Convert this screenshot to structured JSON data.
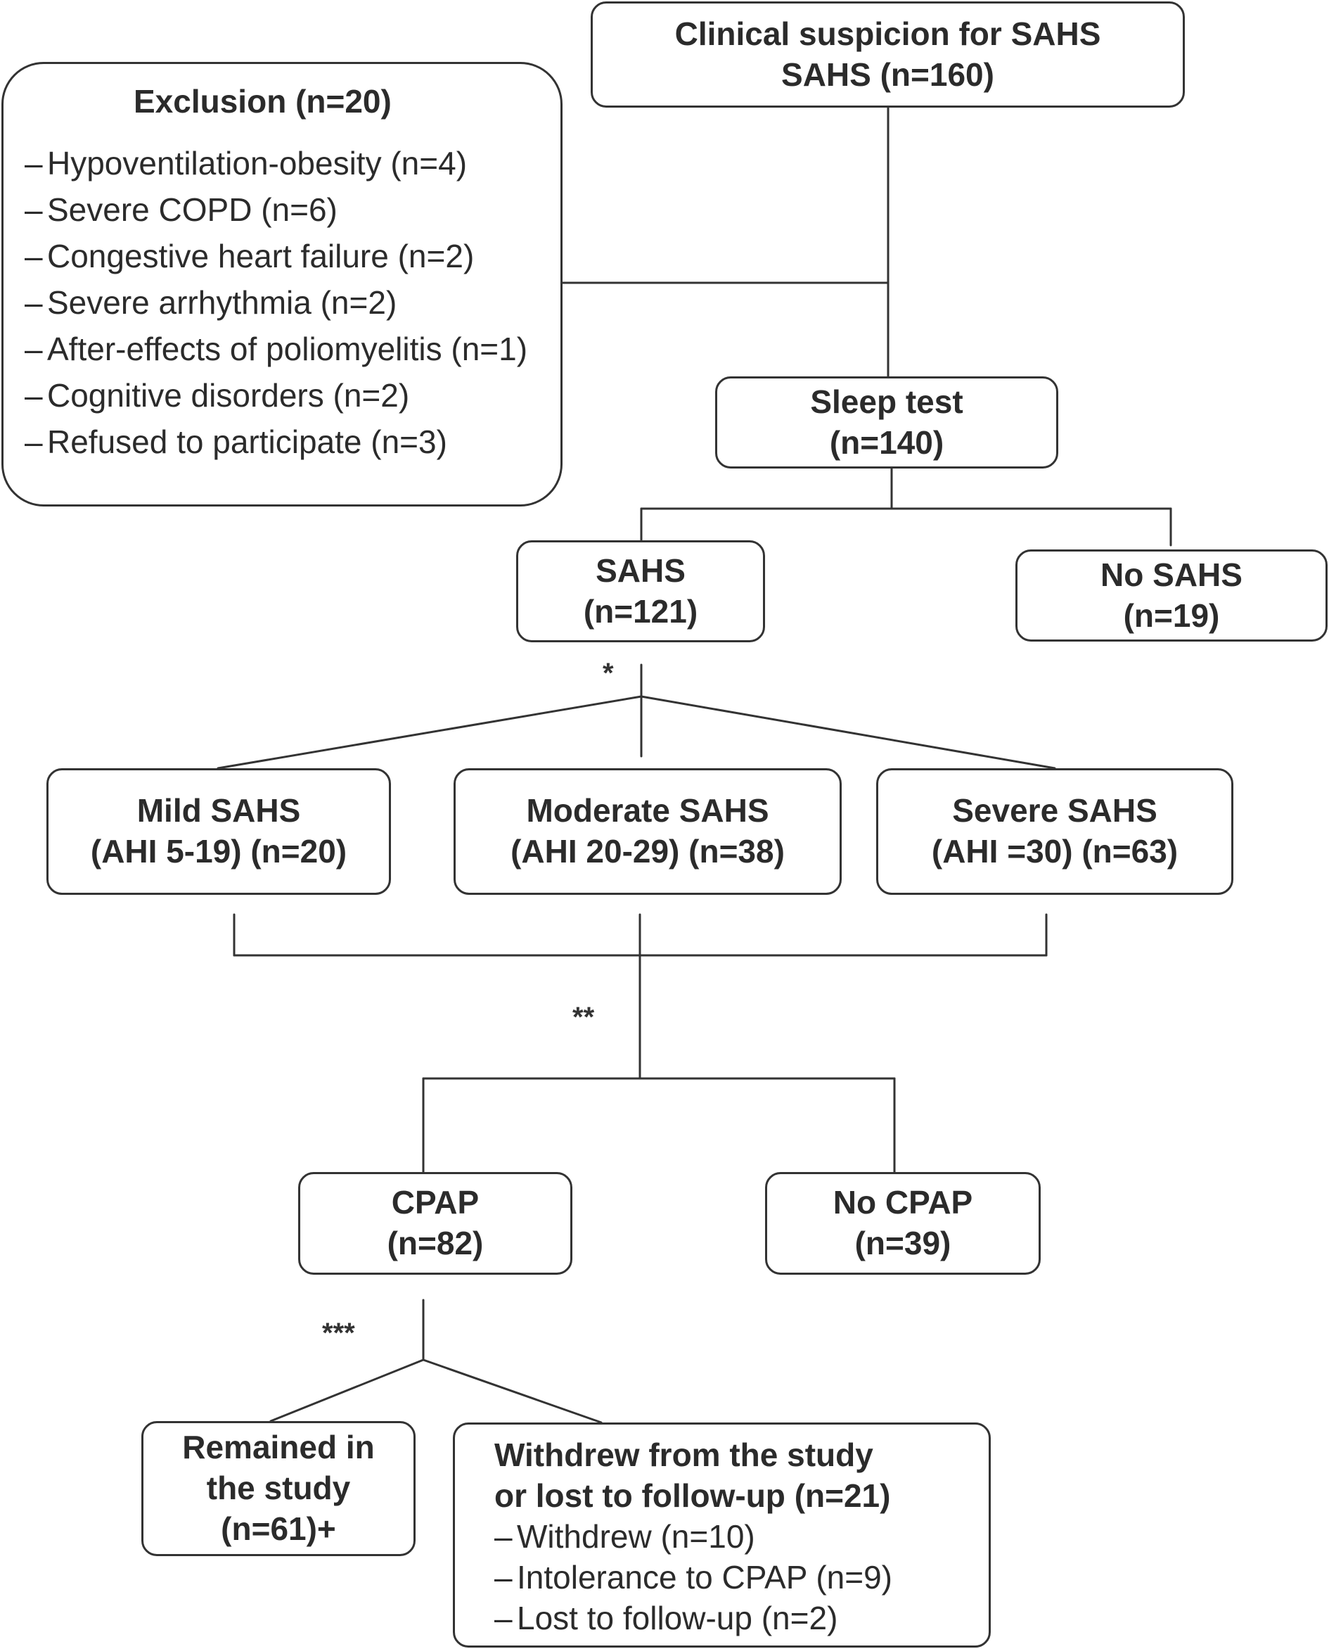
{
  "start": {
    "line1": "Clinical suspicion for SAHS",
    "line2": "SAHS (n=160)"
  },
  "exclusion": {
    "title": "Exclusion (n=20)",
    "items": [
      "Hypoventilation-obesity (n=4)",
      "Severe COPD (n=6)",
      "Congestive heart failure (n=2)",
      "Severe arrhythmia (n=2)",
      "After-effects of poliomyelitis (n=1)",
      "Cognitive disorders (n=2)",
      "Refused to participate (n=3)"
    ]
  },
  "sleep_test": {
    "line1": "Sleep test",
    "line2": "(n=140)"
  },
  "sahs": {
    "line1": "SAHS",
    "line2": "(n=121)"
  },
  "no_sahs": {
    "line1": "No SAHS",
    "line2": "(n=19)"
  },
  "mild": {
    "line1": "Mild SAHS",
    "line2": "(AHI 5-19) (n=20)"
  },
  "moderate": {
    "line1": "Moderate SAHS",
    "line2": "(AHI 20-29) (n=38)"
  },
  "severe": {
    "line1": "Severe SAHS",
    "line2": "(AHI =30) (n=63)"
  },
  "cpap": {
    "line1": "CPAP",
    "line2": "(n=82)"
  },
  "no_cpap": {
    "line1": "No CPAP",
    "line2": "(n=39)"
  },
  "remained": {
    "line1": "Remained in",
    "line2": "the study",
    "line3": "(n=61)+"
  },
  "withdrew": {
    "line1": "Withdrew from the study",
    "line2": "or lost to follow-up (n=21)",
    "items": [
      "Withdrew (n=10)",
      "Intolerance to CPAP (n=9)",
      "Lost to follow-up (n=2)"
    ]
  },
  "marks": {
    "one": "*",
    "two": "**",
    "three": "***"
  },
  "dash": "–",
  "colors": {
    "line": "#333333",
    "text": "#2b2b2b"
  }
}
